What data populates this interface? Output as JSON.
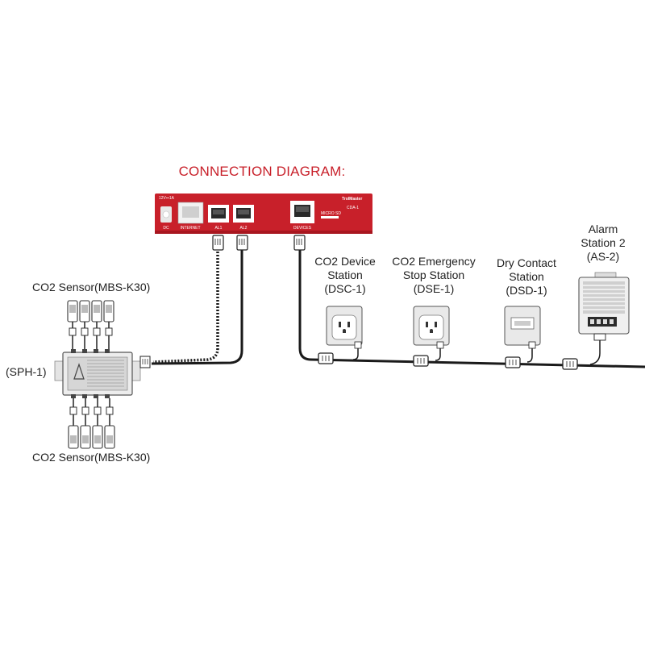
{
  "colors": {
    "controller_red": "#c8202a",
    "title_red": "#c8202a",
    "cable": "#1a1a1a",
    "device_gray": "#dcdcdc"
  },
  "title": "CONNECTION DIAGRAM:",
  "controller": {
    "power_rating": "12V⎓1A",
    "brand": "TrolMaster",
    "model": "CDA-1",
    "ports": {
      "dc": "DC",
      "internet": "INTERNET",
      "al1": "AL1",
      "al2": "AL2",
      "devices": "DEVICES",
      "micro_sd": "MICRO SD"
    }
  },
  "labels": {
    "sensor_top": "CO2 Sensor(MBS-K30)",
    "sensor_bottom": "CO2 Sensor(MBS-K30)",
    "hub": "(SPH-1)",
    "dsc": [
      "CO2 Device",
      "Station",
      "(DSC-1)"
    ],
    "dse": [
      "CO2 Emergency",
      "Stop Station",
      "(DSE-1)"
    ],
    "dsd": [
      "Dry Contact",
      "Station",
      "(DSD-1)"
    ],
    "as2": [
      "Alarm",
      "Station 2",
      "(AS-2)"
    ]
  },
  "icons": {
    "controller": "controller-box-icon",
    "ethernet_port": "rj45-port-icon",
    "hub": "sensor-hub-icon",
    "sensor": "co2-sensor-icon",
    "outlet_station": "outlet-station-icon",
    "dry_contact": "dry-contact-station-icon",
    "alarm": "alarm-station-icon",
    "splitter": "cable-splitter-icon"
  }
}
